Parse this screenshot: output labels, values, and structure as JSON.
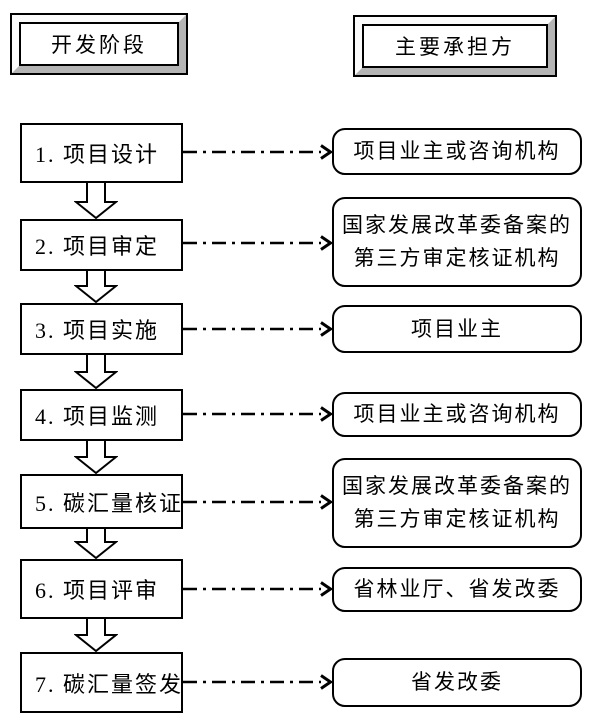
{
  "headers": {
    "stages": "开发阶段",
    "parties": "主要承担方"
  },
  "rows": [
    {
      "stage": "1. 项目设计",
      "party": "项目业主或咨询机构"
    },
    {
      "stage": "2. 项目审定",
      "party": "国家发展改革委备案的\n第三方审定核证机构"
    },
    {
      "stage": "3. 项目实施",
      "party": "项目业主"
    },
    {
      "stage": "4. 项目监测",
      "party": "项目业主或咨询机构"
    },
    {
      "stage": "5. 碳汇量核证",
      "party": "国家发展改革委备案的\n第三方审定核证机构"
    },
    {
      "stage": "6. 项目评审",
      "party": "省林业厅、省发改委"
    },
    {
      "stage": "7. 碳汇量签发",
      "party": "省发改委"
    }
  ],
  "colors": {
    "ink": "#000000",
    "paper": "#ffffff",
    "bevel_shade": "#b4b4b4",
    "bevel_light": "#fbfbfb"
  }
}
